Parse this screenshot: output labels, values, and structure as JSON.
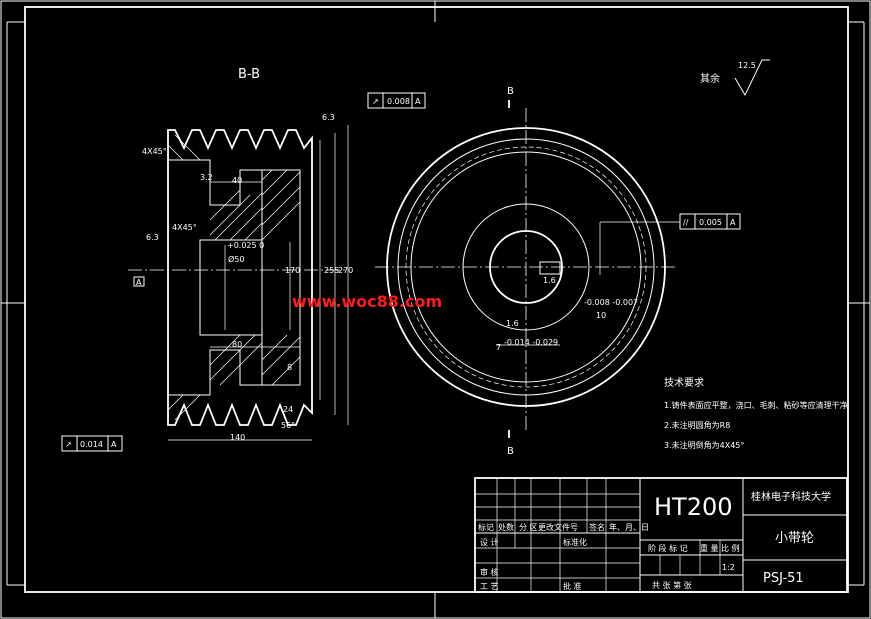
{
  "section_label": "B-B",
  "cut_label": "B",
  "roughness_note_prefix": "其余",
  "roughness_note_value": "12.5",
  "watermark": "www.woc88.com",
  "datum": "A",
  "dims": {
    "chamfer_top": "4X45°",
    "chamfer_mid": "4X45°",
    "rough_32": "3.2",
    "rough_63_left": "6.3",
    "rough_63_top": "6.3",
    "w40": "40",
    "w80": "80",
    "w140": "140",
    "d50": "Ø50",
    "d170": "170",
    "d255": "255",
    "d270": "270",
    "w24": "24",
    "w8": "8",
    "ang56": "56°",
    "tol_bore": "+0.025 0",
    "key_width": "7",
    "key_tol": "-0.014 -0.029",
    "key_depth": "10",
    "key_depth_tol": "-0.008 -0.007",
    "rough_16a": "1.6",
    "rough_16b": "1.6"
  },
  "tolerances": {
    "runout_top": "0.008",
    "parallel_right": "0.005",
    "runout_bottom": "0.014"
  },
  "tech_req": {
    "title": "技术要求",
    "items": [
      "1.铸件表面应平整，浇口、毛刺、粘砂等应清理干净",
      "2.未注明圆角为R8",
      "3.未注明倒角为4X45°"
    ]
  },
  "title_block": {
    "material": "HT200",
    "school": "桂林电子科技大学",
    "part_name": "小带轮",
    "drawing_no": "PSJ-51",
    "scale": "1:2",
    "col_labels": [
      "标记",
      "处数",
      "分 区",
      "更改文件号",
      "签名",
      "年、月、日"
    ],
    "row_design": "设 计",
    "row_std": "标准化",
    "row_check": "审 核",
    "row_process": "工 艺",
    "row_approve": "批 准",
    "stage_labels": "阶 段 标 记",
    "weight_label": "重 量",
    "scale_label": "比 例",
    "sheet_label": "共   张   第   张"
  }
}
